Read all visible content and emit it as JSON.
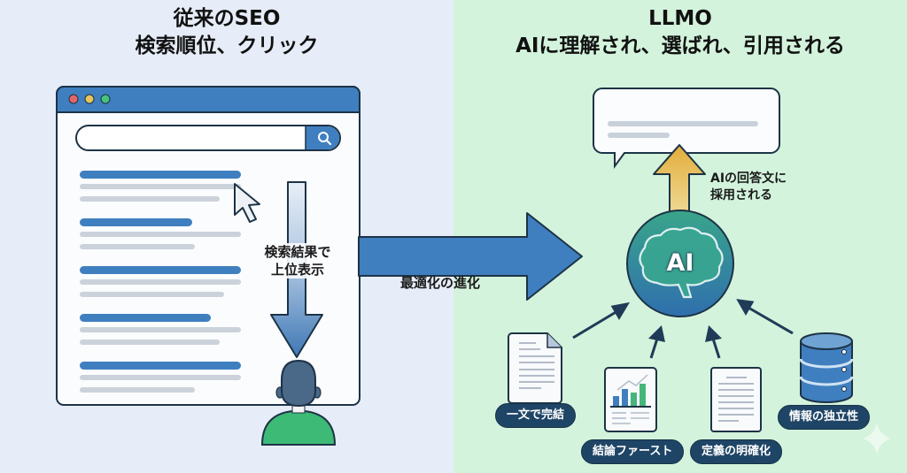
{
  "left_panel": {
    "title_line1": "従来のSEO",
    "title_line2": "検索順位、クリック",
    "browser": {
      "window_buttons": [
        "close",
        "minimize",
        "maximize"
      ],
      "search_icon": "search-icon",
      "result_count": 5
    },
    "down_arrow_label_line1": "検索結果で",
    "down_arrow_label_line2": "上位表示"
  },
  "transition": {
    "label": "最適化の進化"
  },
  "right_panel": {
    "title_line1": "LLMO",
    "title_line2": "AIに理解され、選ばれ、引用される",
    "ai_badge": "AI",
    "up_arrow_label_line1": "AIの回答文に",
    "up_arrow_label_line2": "採用される",
    "factors": [
      {
        "label": "一文で完結",
        "icon": "document-icon"
      },
      {
        "label": "結論ファースト",
        "icon": "chart-report-icon"
      },
      {
        "label": "定義の明確化",
        "icon": "document-icon"
      },
      {
        "label": "情報の独立性",
        "icon": "database-icon"
      }
    ]
  },
  "colors": {
    "left_bg": "#e6edf8",
    "right_bg": "#d3f3dc",
    "primary_blue": "#3f7fc0",
    "dark_navy": "#1f4566",
    "gold_arrow": "#e0b24a",
    "person_green": "#3dba76"
  }
}
